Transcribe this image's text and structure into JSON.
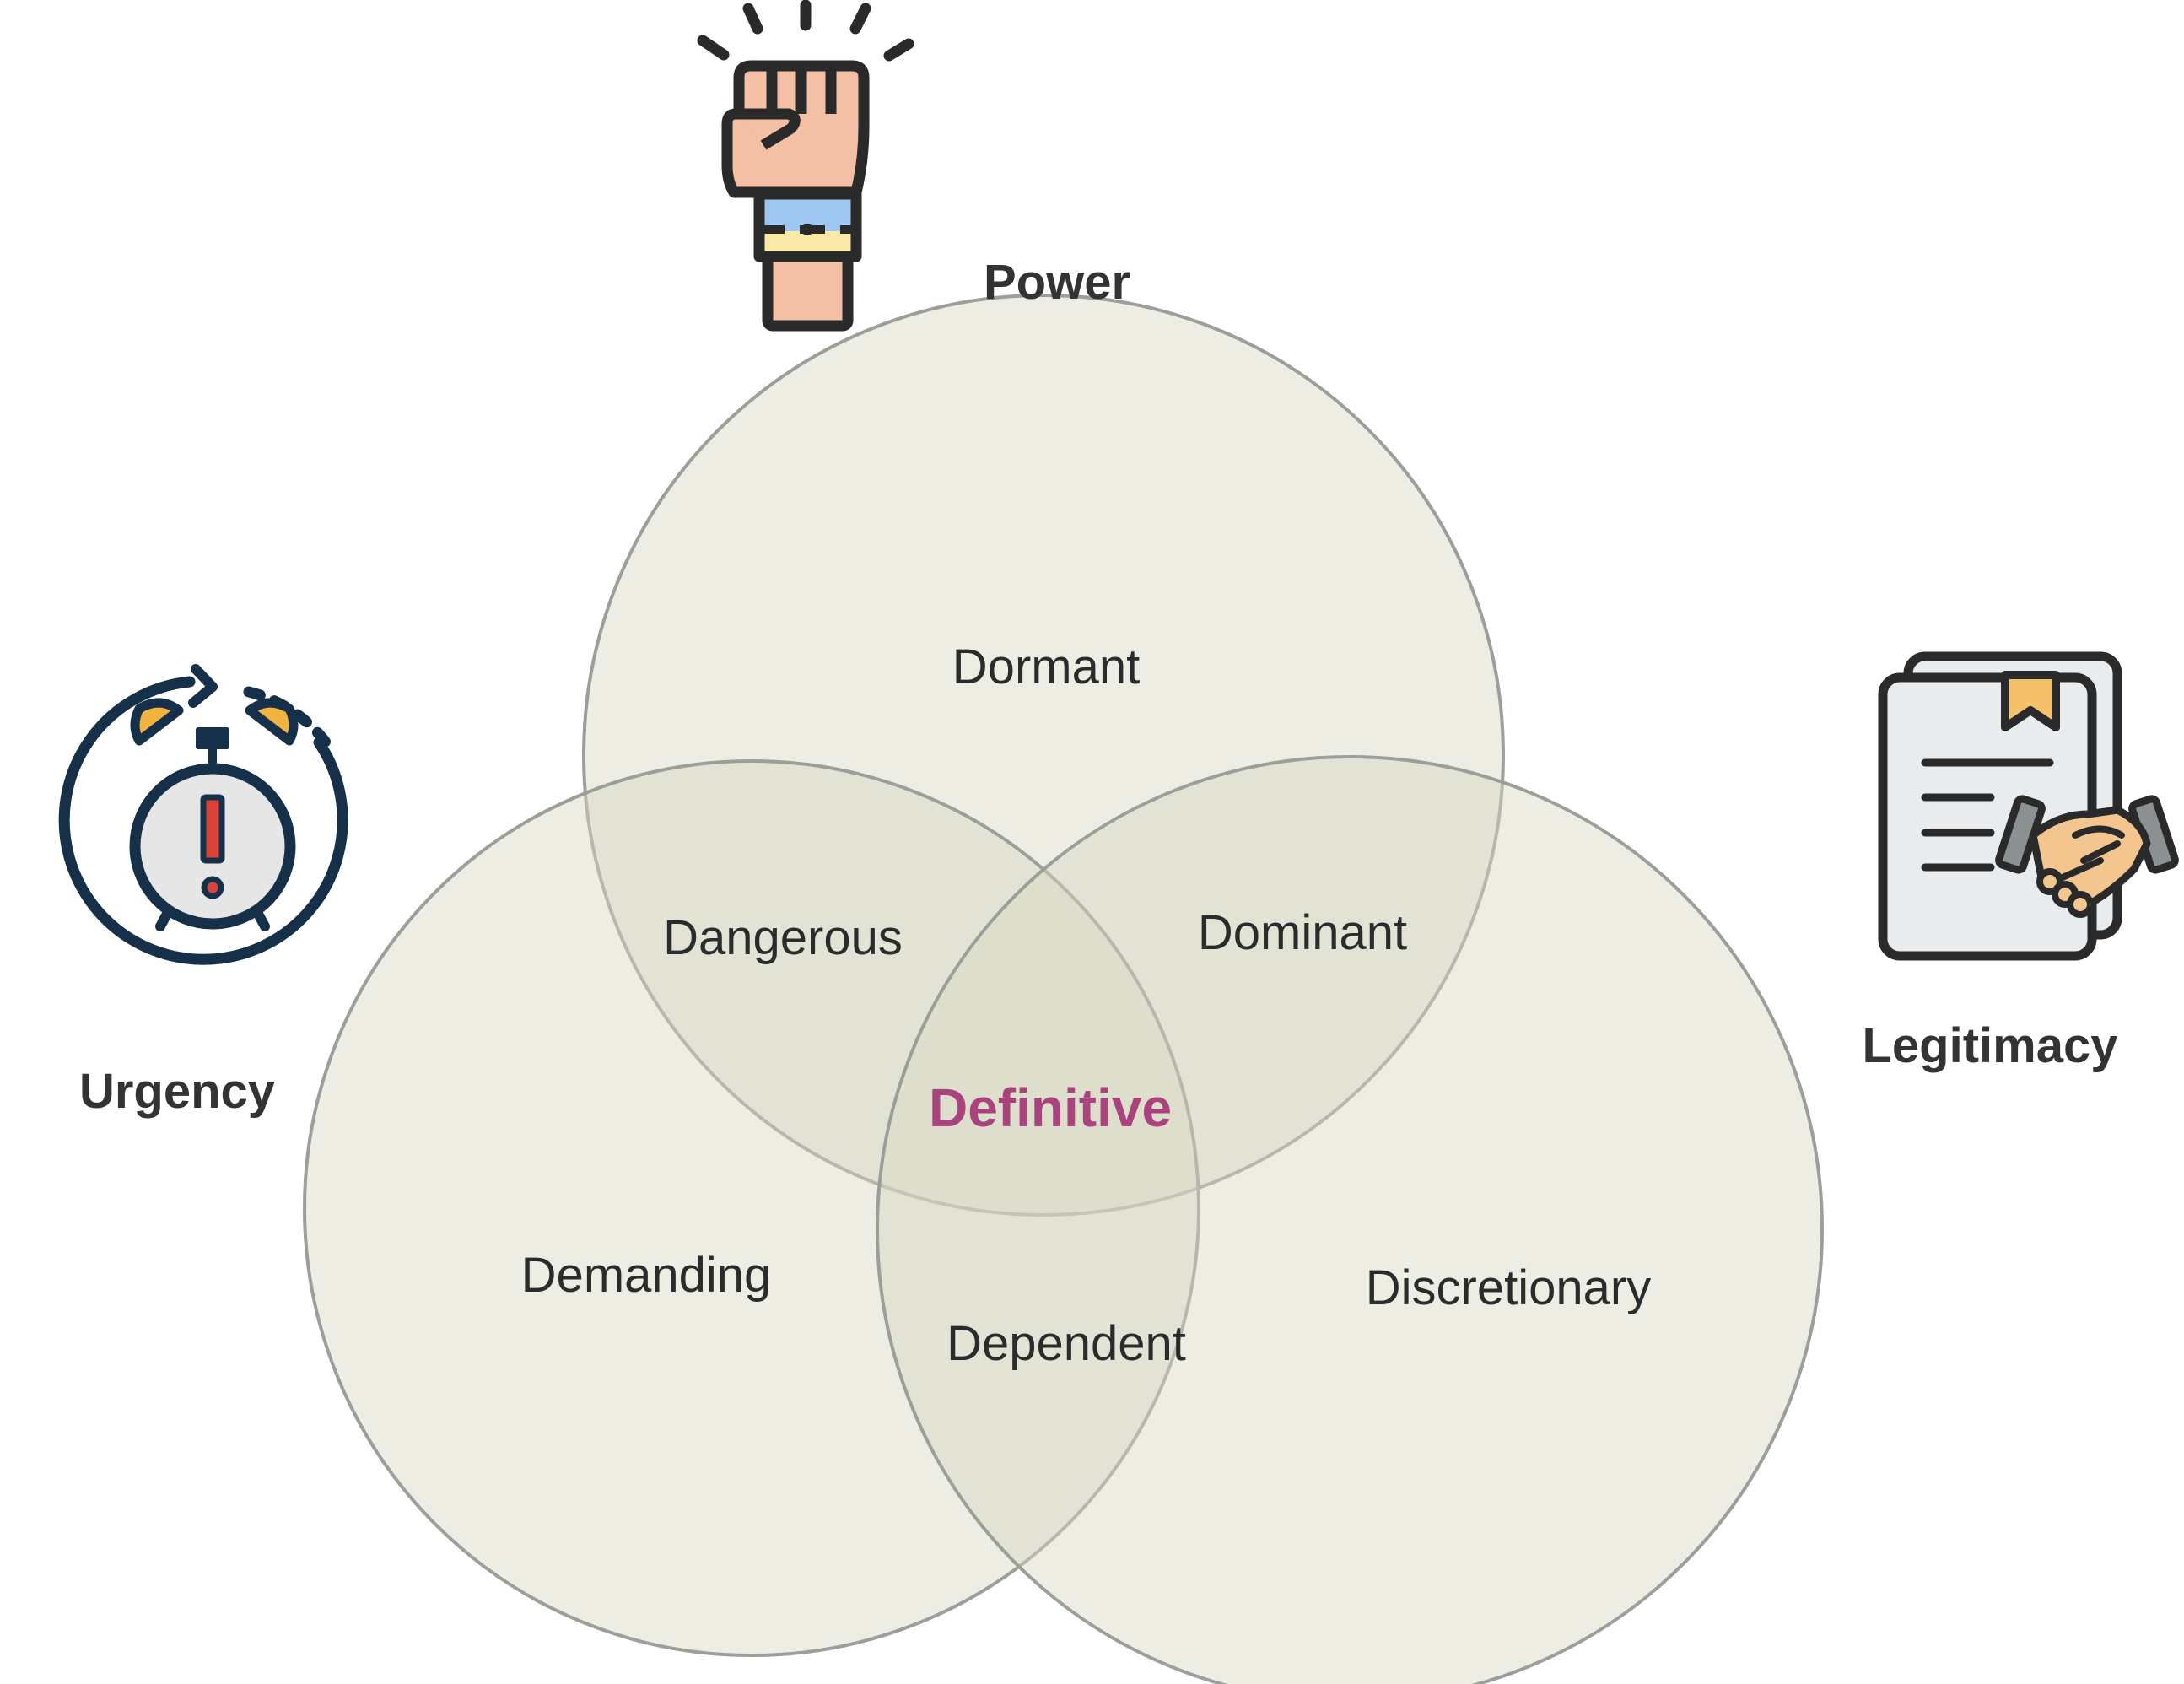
{
  "colors": {
    "circle_fill": "#d8d6c4",
    "circle_stroke": "#9d9d99",
    "center_label": "#a8437e",
    "icon_outline": "#2a2a2a",
    "clock_navy": "#16304a",
    "clock_bell": "#f2b441",
    "alert_red": "#d9433a",
    "skin": "#f3bfa5",
    "band_blue": "#9ec7f2",
    "band_yellow": "#fbeaa5",
    "doc_fill": "#e9ecef",
    "bookmark": "#f5c06a",
    "hand_gray": "#8b9093",
    "hand_skin": "#f3c58f"
  },
  "sets": {
    "power": {
      "label": "Power",
      "icon": "raised-fist-icon"
    },
    "urgency": {
      "label": "Urgency",
      "icon": "alarm-clock-icon"
    },
    "legitimacy": {
      "label": "Legitimacy",
      "icon": "contract-handshake-icon"
    }
  },
  "regions": {
    "dormant": "Dormant",
    "dangerous": "Dangerous",
    "dominant": "Dominant",
    "definitive": "Definitive",
    "demanding": "Demanding",
    "dependent": "Dependent",
    "discretionary": "Discretionary"
  }
}
